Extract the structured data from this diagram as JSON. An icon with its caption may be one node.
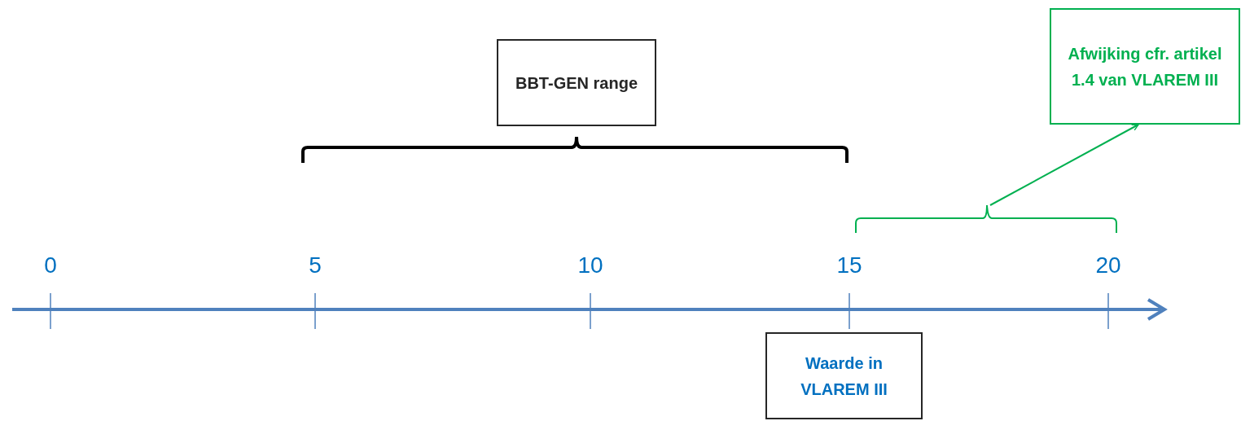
{
  "diagram": {
    "nodes": [
      {
        "text": [
          "BBT-GEN range"
        ]
      },
      {
        "text": [
          "Afwijking cfr. artikel 1.4 van VLAREM III"
        ]
      },
      {
        "text": [
          "Waarde in VLAREM III"
        ]
      },
      {
        "text": [],
        "shape": "bracket"
      }
    ],
    "edges": [
      {
        "from": 3,
        "to": 1,
        "arrow": "to",
        "color": "#00b050"
      }
    ],
    "labels": [
      "0",
      "5",
      "10",
      "15",
      "20"
    ]
  }
}
